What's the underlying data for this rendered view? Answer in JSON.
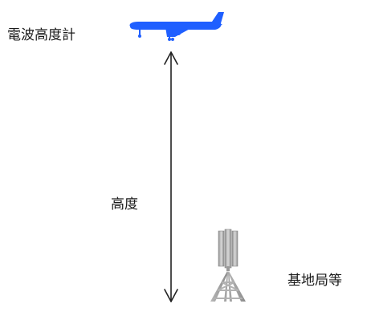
{
  "labels": {
    "altimeter": "電波高度計",
    "height": "高度",
    "station": "基地局等"
  },
  "colors": {
    "airplane": "#1f5fff",
    "arrow": "#222222",
    "tower": "#a9a9a9"
  },
  "icons": {
    "airplane": "airplane-icon",
    "tower": "cell-tower-icon"
  }
}
